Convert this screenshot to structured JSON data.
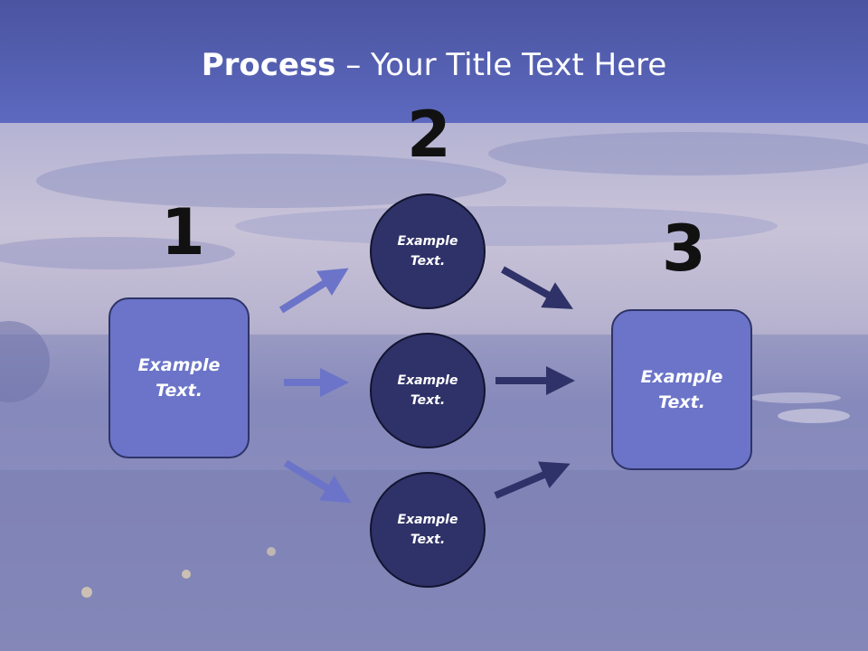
{
  "title": {
    "bold": "Process",
    "rest": " – Your Title Text Here"
  },
  "steps": {
    "one": "1",
    "two": "2",
    "three": "3"
  },
  "nodes": {
    "left_box": "Example Text.",
    "circle_top": "Example Text.",
    "circle_mid": "Example Text.",
    "circle_bottom": "Example Text.",
    "right_box": "Example Text."
  },
  "colors": {
    "header": "#5d69bf",
    "box": "#6b74c8",
    "circle": "#2f3268",
    "arrow_light": "#6b74c8",
    "arrow_dark": "#2f3268"
  }
}
